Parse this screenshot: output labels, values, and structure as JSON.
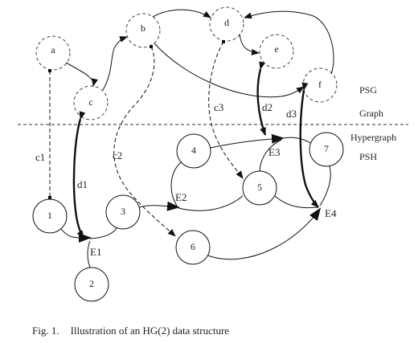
{
  "nodes": {
    "a": "a",
    "b": "b",
    "c": "c",
    "d": "d",
    "e": "e",
    "f": "f",
    "n1": "1",
    "n2": "2",
    "n3": "3",
    "n4": "4",
    "n5": "5",
    "n6": "6",
    "n7": "7"
  },
  "edges": {
    "c1": "c1",
    "c2": "c2",
    "c3": "c3",
    "d1": "d1",
    "d2": "d2",
    "d3": "d3"
  },
  "hyperedges": {
    "E1": "E1",
    "E2": "E2",
    "E3": "E3",
    "E4": "E4"
  },
  "sections": {
    "psg": "PSG",
    "graph": "Graph",
    "hypergraph": "Hypergraph",
    "psh": "PSH"
  },
  "caption": {
    "number": "Fig. 1.",
    "text": "Illustration of an HG(2) data structure"
  }
}
